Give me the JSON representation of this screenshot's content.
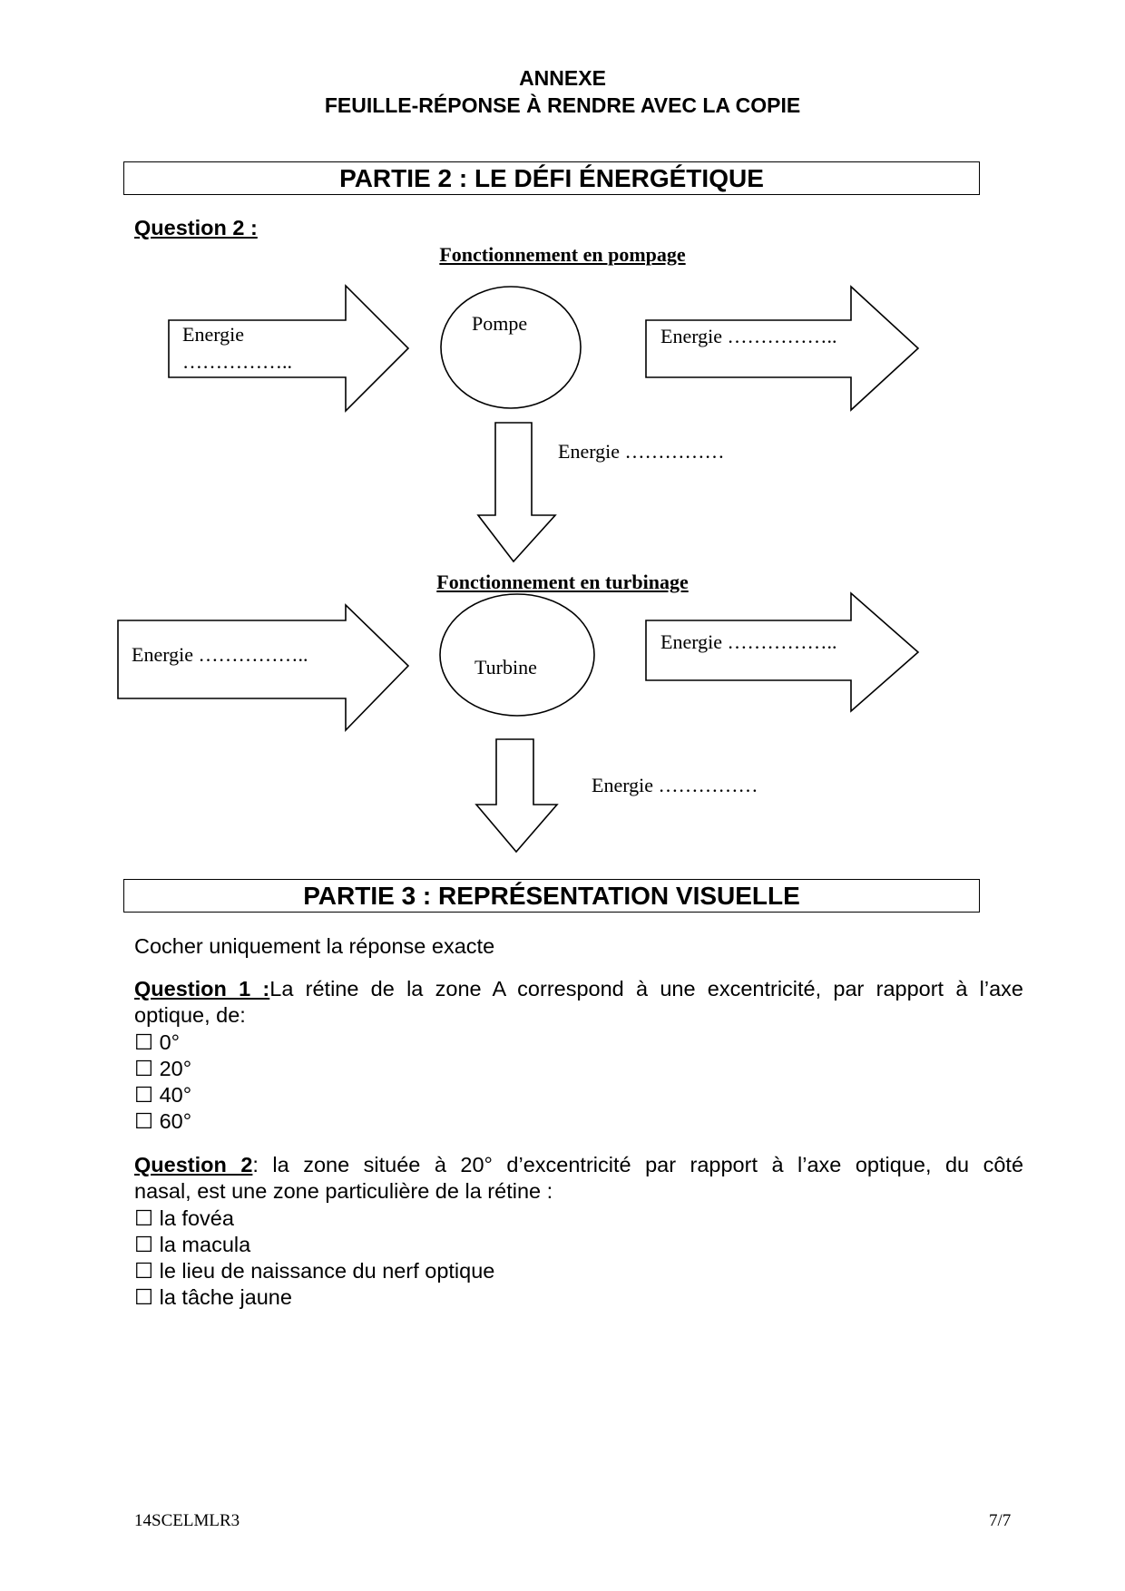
{
  "header": {
    "line1": "ANNEXE",
    "line2": "FEUILLE-RÉPONSE À RENDRE AVEC LA COPIE"
  },
  "part2": {
    "title": "PARTIE 2 : LE DÉFI ÉNERGÉTIQUE",
    "question": "Question 2 :",
    "pompage": {
      "title": "Fonctionnement en pompage",
      "device": "Pompe",
      "in_word": "Energie",
      "in_dots": "……………..",
      "out_label": "Energie  ……………..",
      "down_label": "Energie ……………"
    },
    "turbinage": {
      "title": "Fonctionnement en turbinage",
      "device": "Turbine",
      "in_label": "Energie  ……………..",
      "out_label": "Energie  ……………..",
      "down_label": "Energie ……………"
    }
  },
  "part3": {
    "title": "PARTIE 3 : REPRÉSENTATION VISUELLE",
    "instruction": "Cocher uniquement la réponse exacte",
    "q1": {
      "label": "Question 1 :",
      "text_line1": "La rétine de la zone A correspond à une excentricité, par rapport à l’axe",
      "text_line2": "optique, de:",
      "checkbox": "☐",
      "options": [
        "0°",
        "20°",
        "40°",
        "60°"
      ]
    },
    "q2": {
      "label": "Question 2",
      "text_line1": ": la zone située à 20° d’excentricité par rapport à  l’axe optique, du côté",
      "text_line2": "nasal, est une zone particulière de la rétine :",
      "checkbox": "☐",
      "options": [
        "la fovéa",
        "la macula",
        "le lieu de naissance du nerf optique",
        "la tâche jaune"
      ]
    }
  },
  "footer": {
    "code": "14SCELMLR3",
    "page": "7/7"
  }
}
